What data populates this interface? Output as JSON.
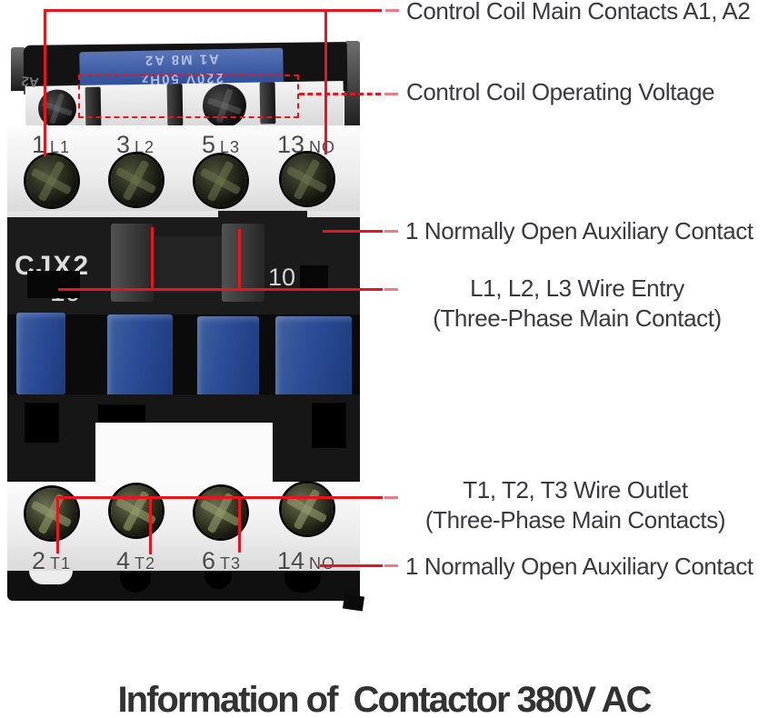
{
  "title": "Information of  Contactor 380V AC",
  "colors": {
    "annotation_red": "#e8151c",
    "annotation_pink": "#ef7b85",
    "coil_label_blue": "#34549e",
    "rocker_blue": "#2b4c97",
    "text_dark": "#3a3a3e"
  },
  "annotations": {
    "coil_main_contacts": "Control Coil Main Contacts A1, A2",
    "coil_voltage": "Control Coil Operating Voltage",
    "aux_contact_top": "1 Normally Open Auxiliary Contact",
    "wire_entry_line1": "L1, L2, L3 Wire Entry",
    "wire_entry_line2": "(Three-Phase Main Contact)",
    "wire_outlet_line1": "T1, T2, T3 Wire Outlet",
    "wire_outlet_line2": "(Three-Phase Main Contacts)",
    "aux_contact_bottom": "1 Normally Open Auxiliary Contact"
  },
  "device": {
    "model": "CJX2",
    "rating_left": "10",
    "rating_right": "10",
    "coil_terminal_marking": "A2",
    "coil_label_line1": "220V 50Hz",
    "coil_label_line2": "A1  M8  A2",
    "top_terminals": [
      {
        "num": "1",
        "code": "L1"
      },
      {
        "num": "3",
        "code": "L2"
      },
      {
        "num": "5",
        "code": "L3"
      },
      {
        "num": "13",
        "code": "NO"
      }
    ],
    "bottom_terminals": [
      {
        "num": "2",
        "code": "T1"
      },
      {
        "num": "4",
        "code": "T2"
      },
      {
        "num": "6",
        "code": "T3"
      },
      {
        "num": "14",
        "code": "NO"
      }
    ]
  }
}
